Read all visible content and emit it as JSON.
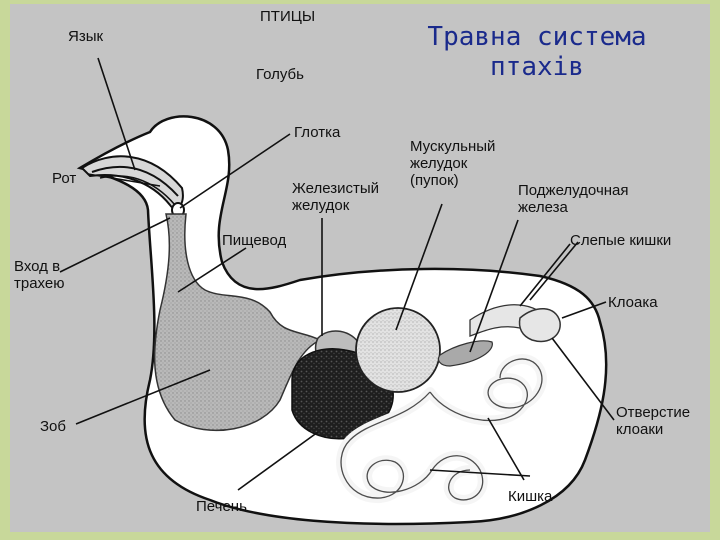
{
  "slide_title": {
    "line1": "Травна система",
    "line2": "птахів"
  },
  "labels": {
    "birds": "ПТИЦЫ",
    "pigeon": "Голубь",
    "tongue": "Язык",
    "mouth": "Рот",
    "pharynx": "Глотка",
    "muscular_stomach": "Мускульный\nжелудок\n(пупок)",
    "glandular_stomach": "Железистый\nжелудок",
    "pancreas": "Поджелудочная\nжелеза",
    "esophagus": "Пищевод",
    "caeca": "Слепые кишки",
    "trachea_entrance": "Вход в\nтрахею",
    "cloaca": "Клоака",
    "crop": "Зоб",
    "cloaca_opening": "Отверстие\nклоаки",
    "liver": "Печень",
    "intestine": "Кишка"
  },
  "colors": {
    "background": "#c8d89a",
    "diagram_bg": "#c4c4c4",
    "title": "#1a2a8c"
  }
}
